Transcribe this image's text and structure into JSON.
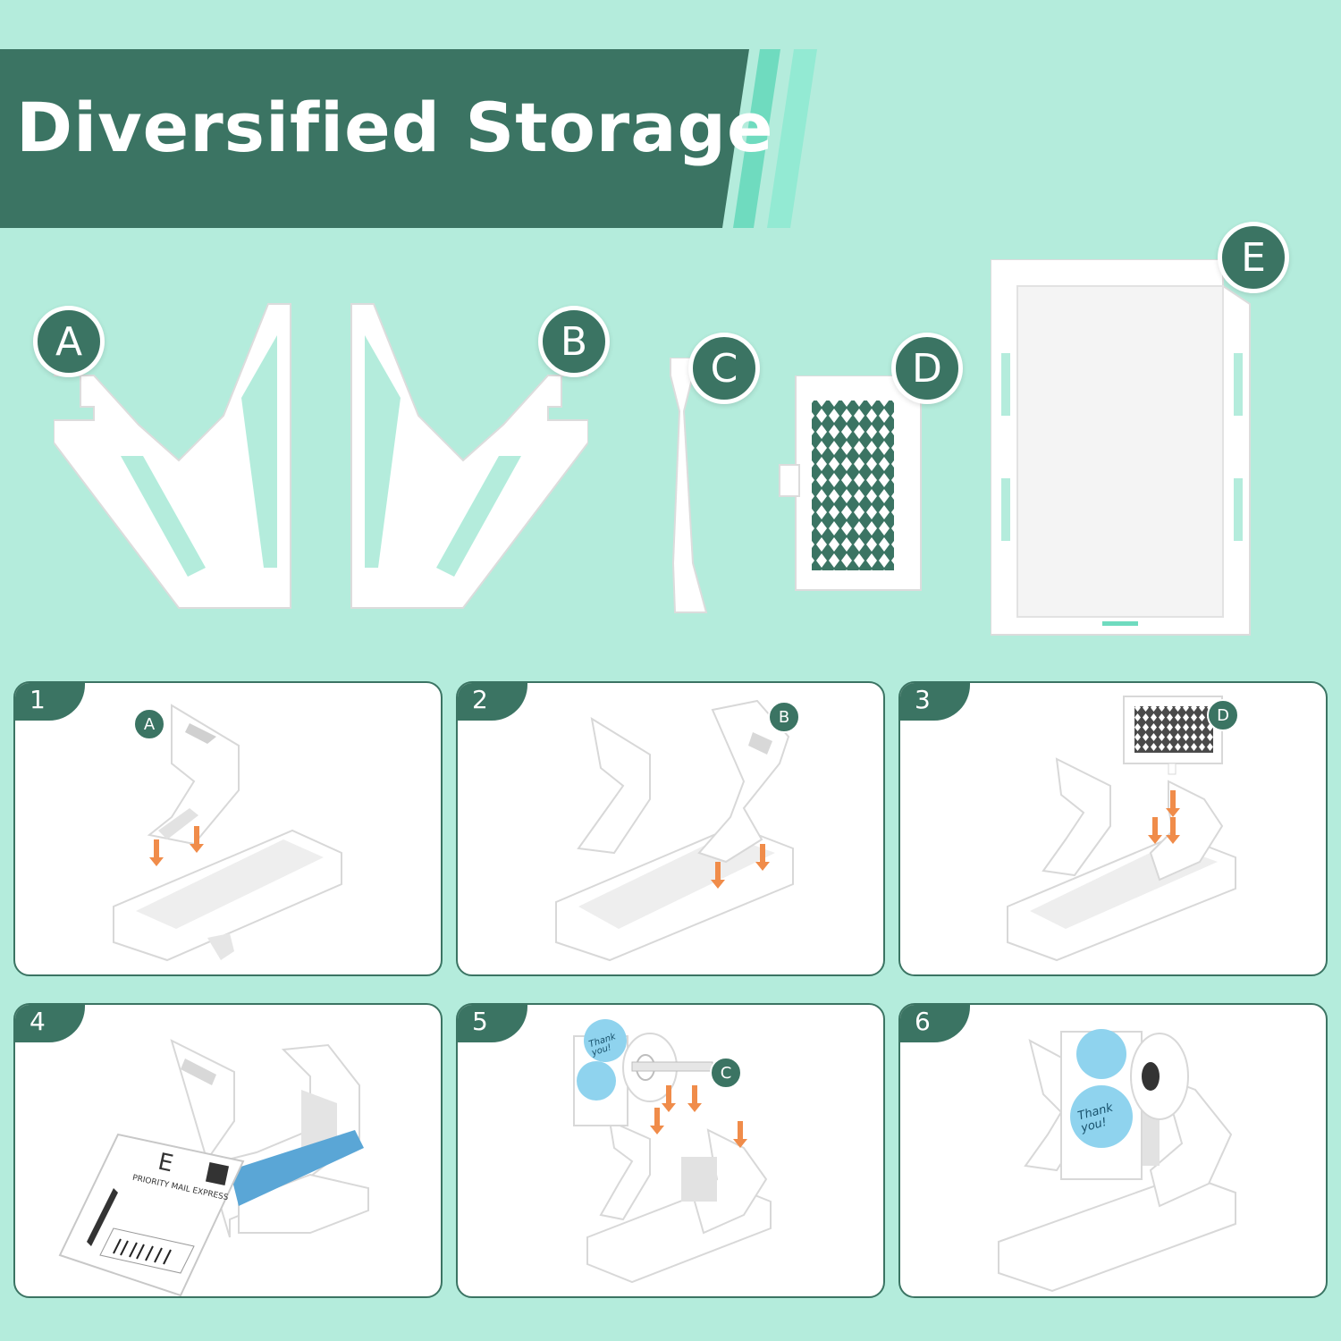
{
  "banner": {
    "title": "Diversified Storage"
  },
  "parts": [
    {
      "letter": "A"
    },
    {
      "letter": "B"
    },
    {
      "letter": "C"
    },
    {
      "letter": "D"
    },
    {
      "letter": "E"
    }
  ],
  "steps": [
    {
      "number": "1",
      "tag": "A"
    },
    {
      "number": "2",
      "tag": "B"
    },
    {
      "number": "3",
      "tag": "D"
    },
    {
      "number": "4",
      "tag": "",
      "label_letter": "E",
      "label_text": "PRIORITY MAIL EXPRESS"
    },
    {
      "number": "5",
      "tag": "C",
      "sticker_text": "Thank you!"
    },
    {
      "number": "6",
      "tag": "",
      "sticker_text": "Thank you!"
    }
  ],
  "colors": {
    "background": "#b4ecdc",
    "banner": "#3b7463",
    "accent_stripe": "#6fdbbf",
    "arrow": "#f08c4a",
    "sticker": "#8fd3ee"
  }
}
